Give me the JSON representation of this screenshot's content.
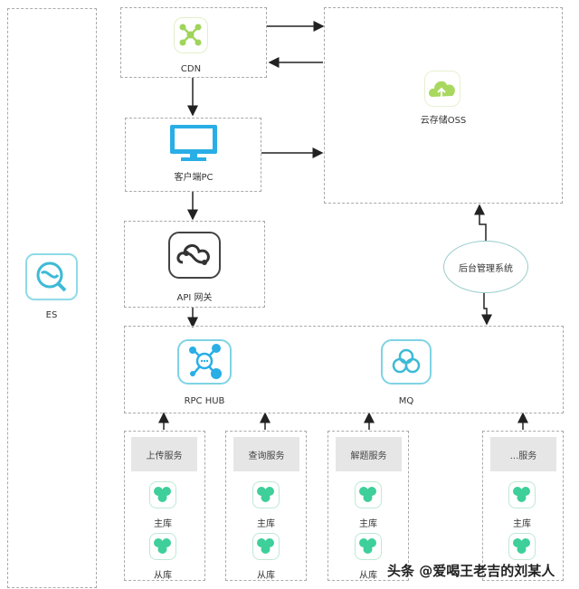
{
  "nodes": {
    "es": {
      "label": "ES",
      "icon": "search-icon",
      "color": "#3dbad6"
    },
    "cdn": {
      "label": "CDN",
      "icon": "network-icon",
      "color": "#9fd45a"
    },
    "pc": {
      "label": "客户端PC",
      "icon": "monitor-icon",
      "color": "#29aee6"
    },
    "api": {
      "label": "API 网关",
      "icon": "cloud-link-icon",
      "color": "#333333"
    },
    "oss": {
      "label": "云存储OSS",
      "icon": "cloud-upload-icon",
      "color": "#a9d85f"
    },
    "admin": {
      "label": "后台管理系统"
    },
    "rpc": {
      "label": "RPC HUB",
      "icon": "hub-icon",
      "color": "#29aee6"
    },
    "mq": {
      "label": "MQ",
      "icon": "cloud-cycle-icon",
      "color": "#3dbad6"
    }
  },
  "services": [
    {
      "name": "上传服务",
      "master": "主库",
      "slave": "从库"
    },
    {
      "name": "查询服务",
      "master": "主库",
      "slave": "从库"
    },
    {
      "name": "解题服务",
      "master": "主库",
      "slave": "从库"
    },
    {
      "name": "...服务",
      "master": "主库",
      "slave": ""
    }
  ],
  "db_color": "#3ecf9a",
  "watermark": "头条 @爱喝王老吉的刘某人"
}
